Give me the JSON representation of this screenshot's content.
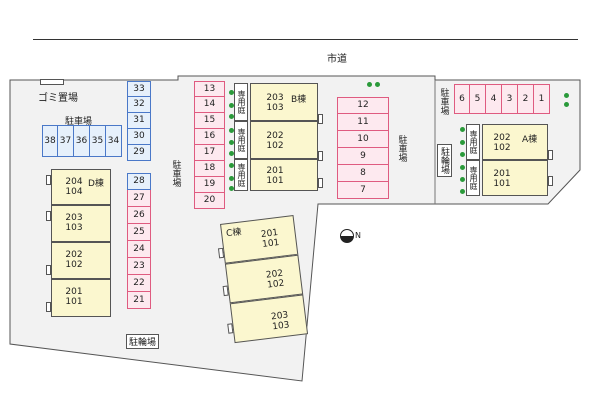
{
  "road": {
    "label": "市道"
  },
  "garbage": {
    "label": "ゴミ置場"
  },
  "parking_label": "駐車場",
  "bicycle_label": "駐輪場",
  "garden_label": "専用庭",
  "compass": {
    "label": "N",
    "name": "north-arrow"
  },
  "parking": {
    "left_row": [
      "38",
      "37",
      "36",
      "35",
      "34"
    ],
    "col_top": [
      "33",
      "32",
      "31",
      "30",
      "29"
    ],
    "col_bottom": [
      "28",
      "27",
      "26",
      "25",
      "24",
      "23",
      "22",
      "21"
    ],
    "col_red": [
      "13",
      "14",
      "15",
      "16",
      "17",
      "18",
      "19",
      "20"
    ],
    "col_mid": [
      "12",
      "11",
      "10",
      "9",
      "8",
      "7"
    ],
    "row_right": [
      "6",
      "5",
      "4",
      "3",
      "2",
      "1"
    ]
  },
  "buildings": {
    "a": {
      "label": "A棟",
      "units": [
        {
          "top": "202",
          "bottom": "102"
        },
        {
          "top": "201",
          "bottom": "101"
        }
      ]
    },
    "b": {
      "label": "B棟",
      "units": [
        {
          "top": "203",
          "bottom": "103"
        },
        {
          "top": "202",
          "bottom": "102"
        },
        {
          "top": "201",
          "bottom": "101"
        }
      ]
    },
    "c": {
      "label": "C棟",
      "units": [
        {
          "top": "201",
          "bottom": "101"
        },
        {
          "top": "202",
          "bottom": "102"
        },
        {
          "top": "203",
          "bottom": "103"
        }
      ]
    },
    "d": {
      "label": "D棟",
      "units": [
        {
          "top": "204",
          "bottom": "104"
        },
        {
          "top": "203",
          "bottom": "103"
        },
        {
          "top": "202",
          "bottom": "102"
        },
        {
          "top": "201",
          "bottom": "101"
        }
      ]
    }
  }
}
